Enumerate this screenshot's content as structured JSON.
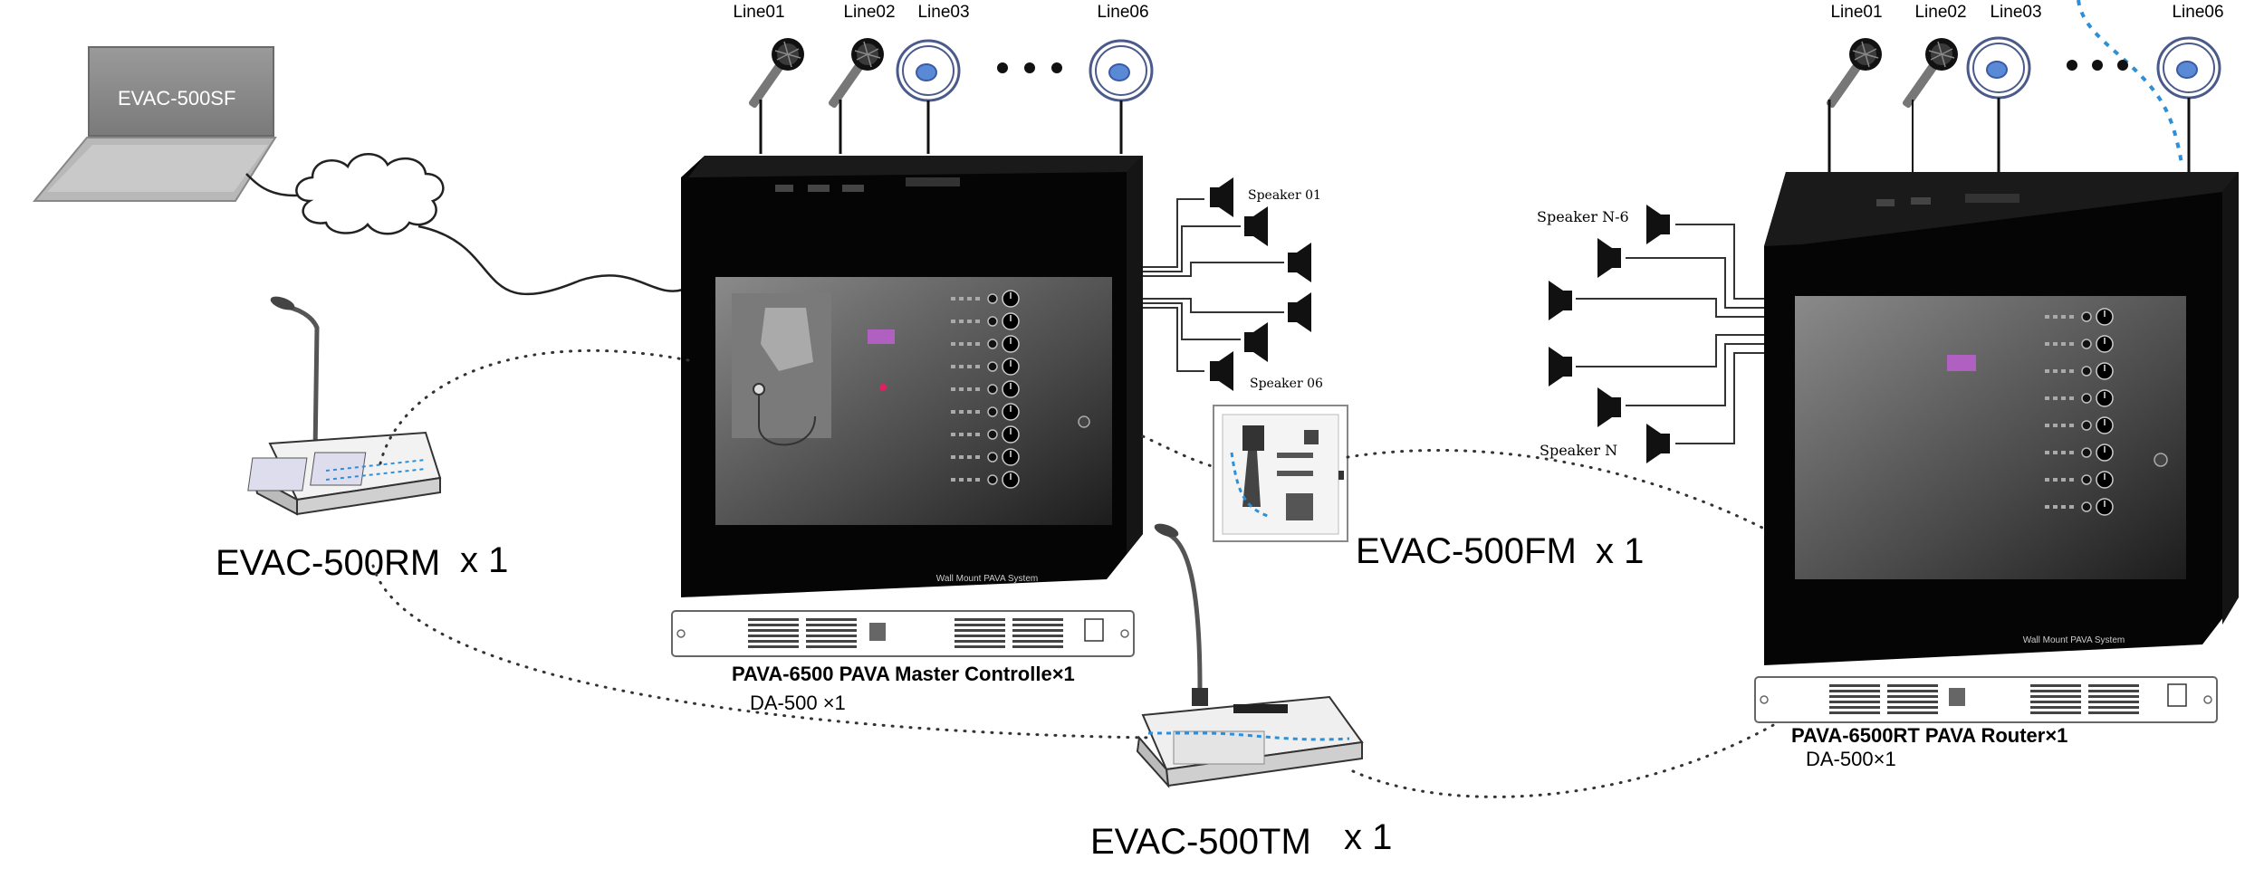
{
  "laptop": {
    "label": "EVAC-500SF"
  },
  "master": {
    "lines": [
      "Line01",
      "Line02",
      "Line03",
      "Line06"
    ],
    "controller_label": "PAVA-6500 PAVA Master Controlle×1",
    "amp_label": "DA-500 ×1",
    "panel_title": "Wall Mount PAVA System"
  },
  "router": {
    "lines": [
      "Line01",
      "Line02",
      "Line03",
      "Line06"
    ],
    "controller_label": "PAVA-6500RT PAVA Router×1",
    "amp_label": "DA-500×1",
    "panel_title": "Wall Mount PAVA System"
  },
  "speakers_master": {
    "first": "Speaker 01",
    "last": "Speaker 06"
  },
  "speakers_router": {
    "first": "Speaker N-6",
    "last": "Speaker N"
  },
  "rm": {
    "model": "EVAC-500RM",
    "qty": "x 1"
  },
  "fm": {
    "model": "EVAC-500FM",
    "qty": "x 1"
  },
  "tm": {
    "model": "EVAC-500TM",
    "qty": "x 1"
  },
  "colors": {
    "cabinet": "#0f0f0f",
    "panel": "#6e6e6e",
    "accent_blue": "#2f8fd6",
    "line": "#222222",
    "dots": "#333333"
  }
}
